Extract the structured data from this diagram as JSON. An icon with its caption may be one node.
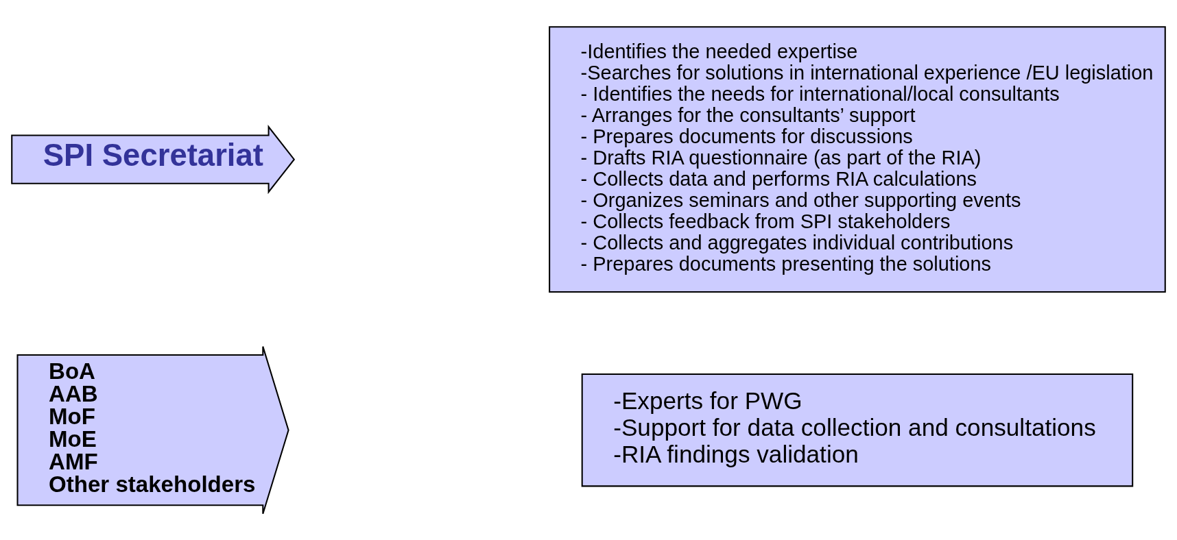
{
  "diagram": {
    "nodes": [
      {
        "text": [
          "BoA",
          "AAB",
          "MoF",
          "MoE",
          "AMF",
          "Other stakeholders"
        ]
      },
      {
        "text": [
          "SPI Secretariat"
        ]
      },
      {
        "text": [
          "-Experts for PWG",
          "-Support for data collection and consultations",
          "-RIA findings validation"
        ]
      },
      {
        "text": [
          "-Identifies the needed expertise",
          "-Searches for solutions in international experience /EU legislation",
          "- Identifies the needs for international/local consultants",
          "- Arranges for the consultants’ support",
          "- Prepares documents for discussions",
          "- Drafts RIA questionnaire (as part of the RIA)",
          "- Collects data and performs RIA calculations",
          "- Organizes seminars and other supporting events",
          "- Collects feedback from SPI stakeholders",
          "- Collects and aggregates individual contributions",
          "- Prepares documents presenting the solutions"
        ]
      }
    ]
  }
}
